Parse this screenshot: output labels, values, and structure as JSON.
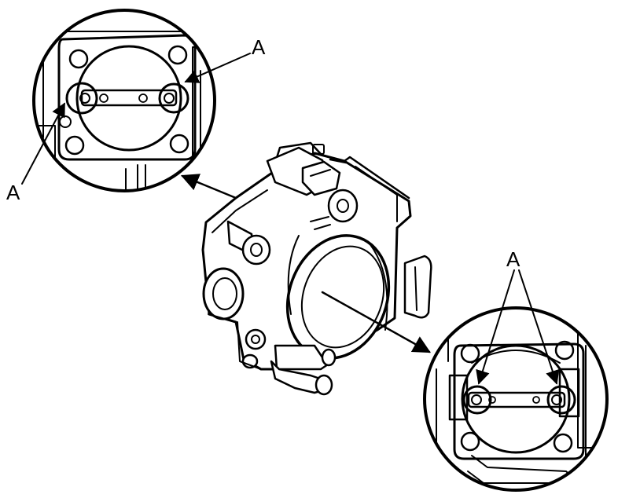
{
  "labels": {
    "callout_top": "A",
    "callout_left": "A",
    "callout_right": "A"
  },
  "colors": {
    "line": "#000000",
    "background": "#ffffff"
  }
}
